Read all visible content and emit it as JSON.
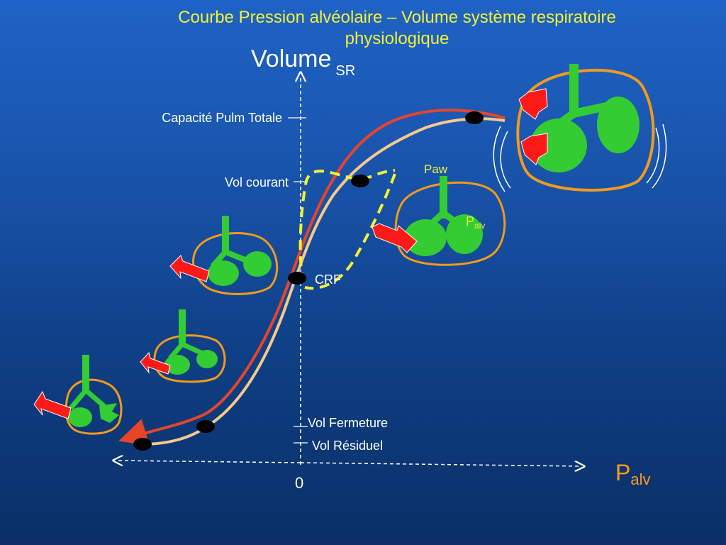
{
  "title_line1": "Courbe Pression alvéolaire – Volume système respiratoire",
  "title_line2": "physiologique",
  "y_axis_label": "Volume",
  "y_axis_subscript": "SR",
  "x_axis_label": "P",
  "x_axis_subscript": "alv",
  "origin_label": "0",
  "labels": {
    "cpt": "Capacité Pulm Totale",
    "vol_courant": "Vol courant",
    "crf": "CRF",
    "vol_fermeture": "Vol Fermeture",
    "vol_residuel": "Vol Résiduel",
    "paw": "Paw",
    "palv_p": "P",
    "palv_sub": "alv"
  },
  "colors": {
    "title": "#f2f233",
    "inflation_curve": "#f5c98a",
    "deflation_curve": "#e8442a",
    "tidal_loop": "#f2f233",
    "lung": "#33cc33",
    "chest_wall": "#f39a1a",
    "arrow": "#ff1a1a",
    "palv_label": "#ff9c1a"
  }
}
